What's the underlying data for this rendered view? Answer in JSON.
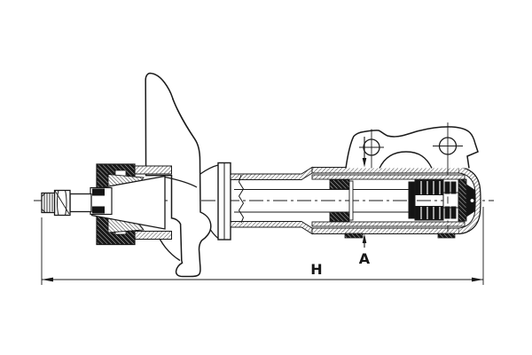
{
  "drawing": {
    "kind": "technical-sectional-drawing",
    "subject": "suspension strut shock absorber, horizontal cross-section view",
    "background_color": "#ffffff",
    "line_color": "#1a1a1a",
    "dimensions": {
      "height": {
        "label": "H"
      },
      "diameter": {
        "label": "A"
      }
    },
    "parts": [
      "threaded-rod-end",
      "lock-nut",
      "piston-rod",
      "top-mount-bushing",
      "dust-boot",
      "spring-seat-plate",
      "outer-tube",
      "pressure-tube",
      "rod-guide-seal",
      "piston-valve-assembly",
      "base-valve",
      "end-cap",
      "knuckle-mounting-bracket",
      "bracket-bolt-hole-left",
      "bracket-bolt-hole-right",
      "centerline",
      "dimension-H",
      "dimension-A"
    ]
  }
}
